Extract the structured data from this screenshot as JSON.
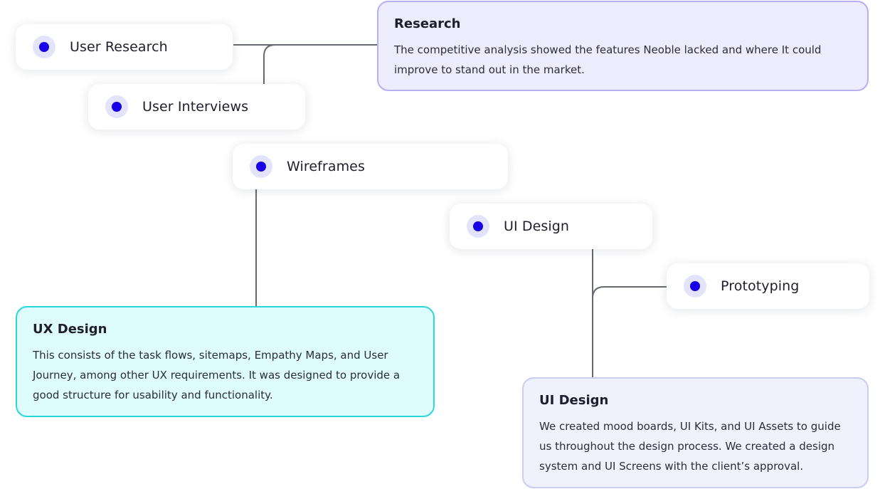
{
  "nodes": {
    "user_research": "User Research",
    "user_interviews": "User Interviews",
    "wireframes": "Wireframes",
    "ui_design": "UI Design",
    "prototyping": "Prototyping"
  },
  "cards": {
    "research": {
      "title": "Research",
      "body": "The competitive analysis showed the features Neoble lacked and where It could improve to stand out in the market."
    },
    "ux_design": {
      "title": "UX Design",
      "body": "This consists of the task flows, sitemaps, Empathy Maps, and User Journey, among other UX requirements. It was designed to provide a good structure for usability and functionality."
    },
    "ui_design": {
      "title": "UI Design",
      "body": "We created mood boards, UI Kits, and UI Assets to guide us throughout the design process. We created a design system and UI Screens with the client’s approval."
    }
  },
  "colors": {
    "accent_dot": "#1700e8",
    "dot_halo": "#e3e3fb",
    "connector": "#666a70",
    "research_card_bg": "#ececfd",
    "ux_card_bg": "#dffcfd",
    "ux_card_border": "#2ad8dc",
    "ui_card_bg": "#eff1fd"
  }
}
